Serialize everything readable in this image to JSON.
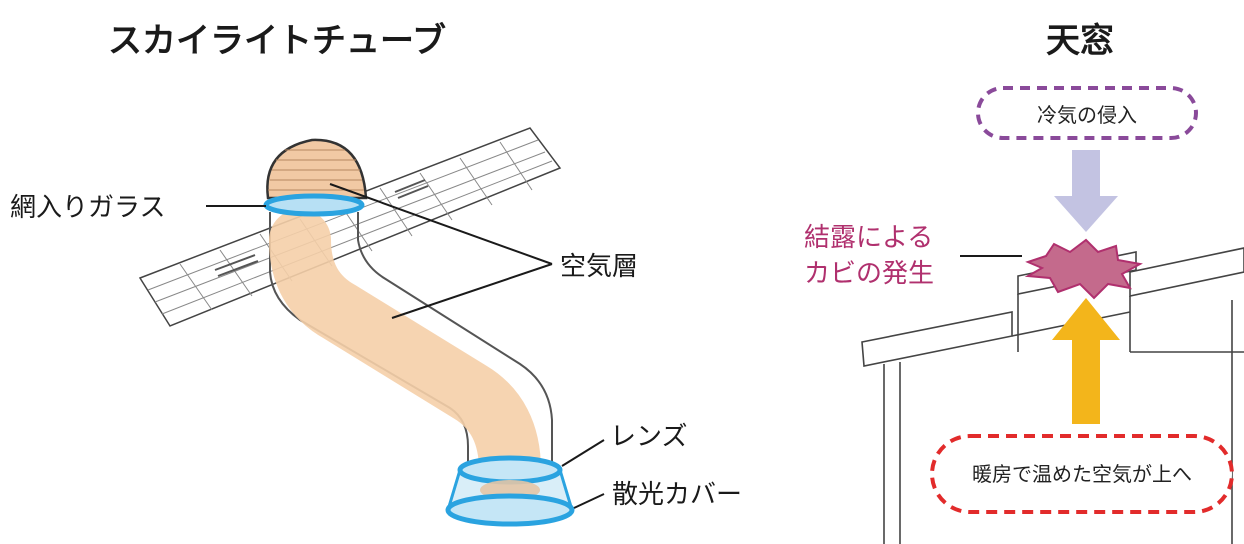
{
  "left": {
    "title": "スカイライトチューブ",
    "labels": {
      "wired_glass": "網入りガラス",
      "air_layer": "空気層",
      "lens": "レンズ",
      "diffuser_cover": "散光カバー"
    }
  },
  "right": {
    "title": "天窓",
    "cold_air_box": "冷気の侵入",
    "condensation_line1": "結露による",
    "condensation_line2": "カビの発生",
    "warm_air_box": "暖房で温めた空気が上へ"
  },
  "colors": {
    "tube_air": "#f5cfa8",
    "lens_blue": "#2aa3e0",
    "cold_arrow": "#c3c3e2",
    "warm_arrow": "#f3b51b",
    "cold_box_border": "#8a4a9a",
    "warm_box_border": "#e22b2b",
    "condensation": "#b0306e"
  }
}
